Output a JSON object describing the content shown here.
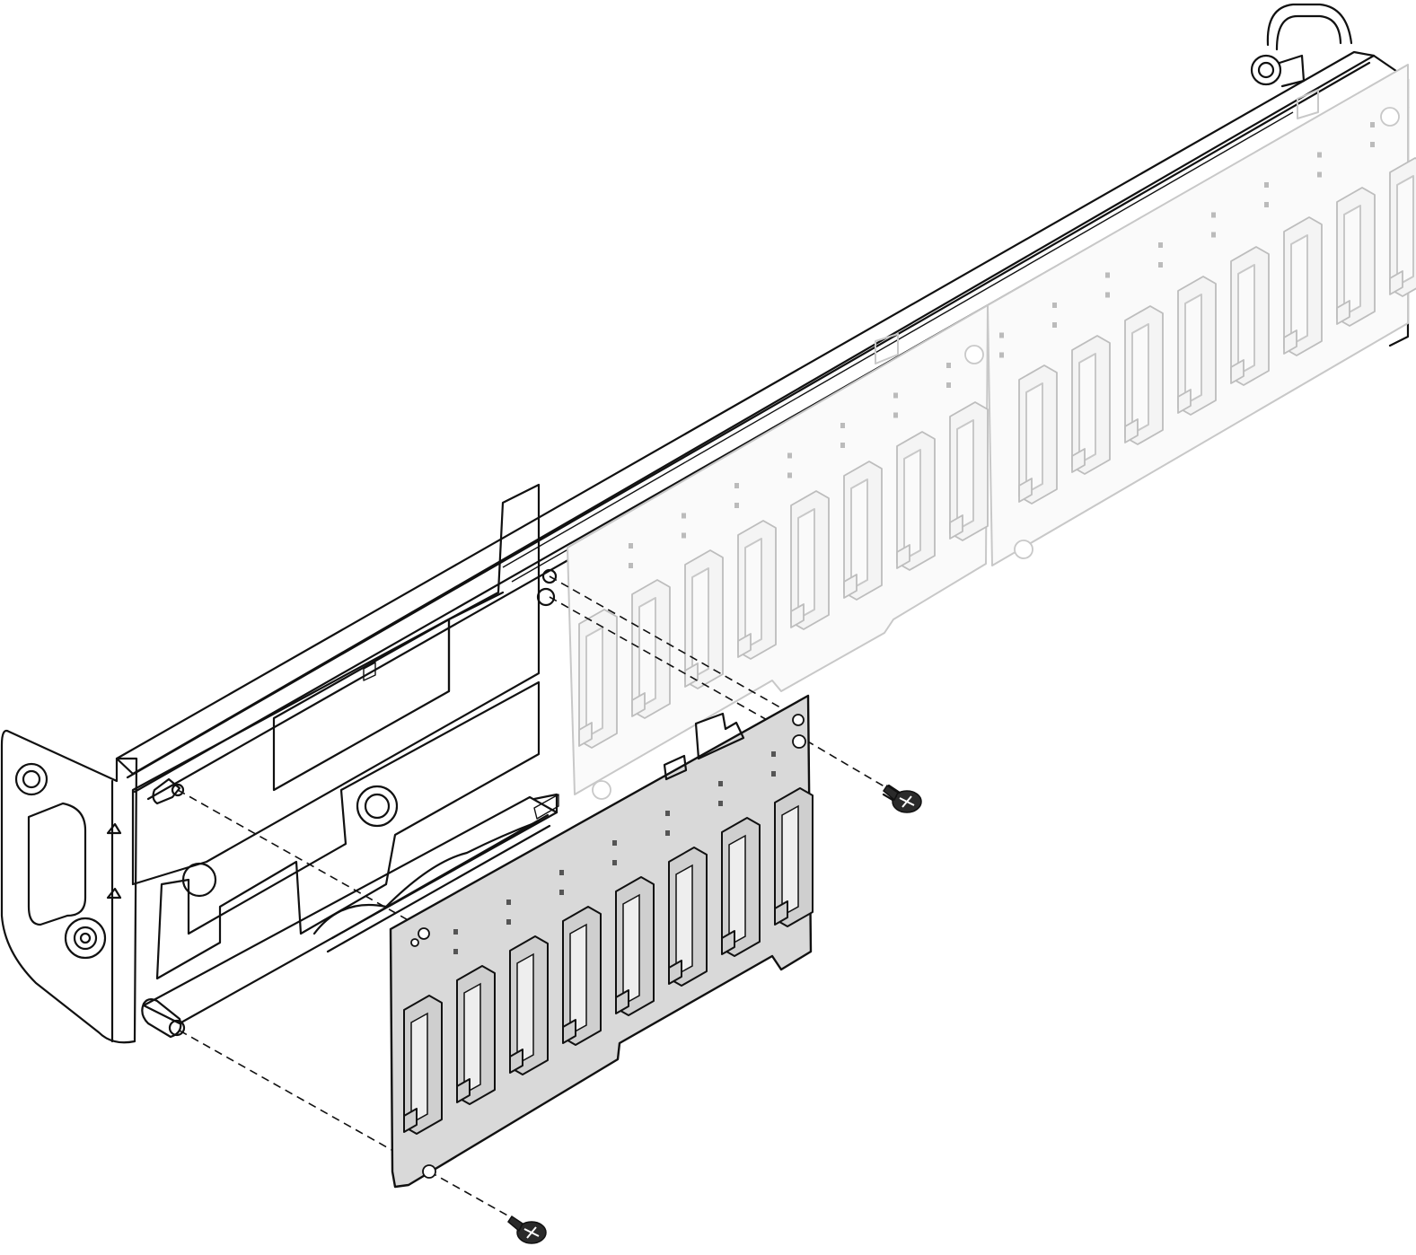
{
  "figure": {
    "description_text": "",
    "parts": {
      "cage": "drive-cage-assembly",
      "backplane_installed": "backplane-installed-ghost",
      "backplane_removed": "backplane-being-removed",
      "screws": [
        "screw-top",
        "screw-bottom"
      ]
    },
    "colors": {
      "line": "#111111",
      "board_fill": "#d9d9d9",
      "ghost_line": "#c8c8c8"
    },
    "connector_count_front": 8,
    "connector_count_ghost": 16
  }
}
